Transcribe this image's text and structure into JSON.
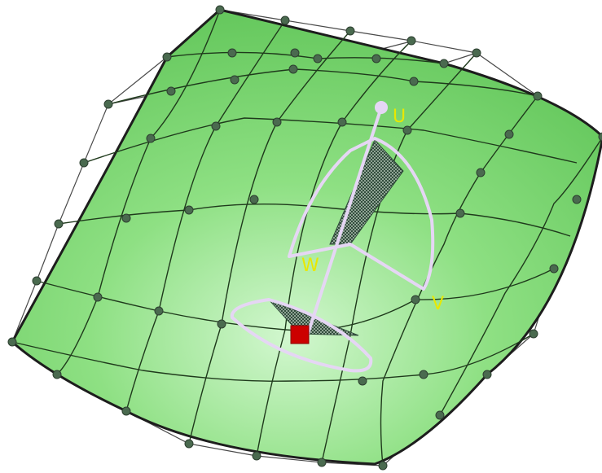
{
  "scene": {
    "surface_colors": {
      "highlight": "#d2f7cf",
      "mid": "#8ee083",
      "base": "#66c95d",
      "border": "#1d1d1d",
      "grid_line": "#1f3a1c",
      "control_point": "#4a6a4f"
    },
    "manipulator": {
      "ring_color": "#e5d6f4",
      "hatch_color": "#2f4a3a",
      "handle_color": "#cc0000",
      "axis_labels": {
        "u": "U",
        "v": "V",
        "w": "W"
      },
      "label_color": "#e8e800"
    }
  }
}
